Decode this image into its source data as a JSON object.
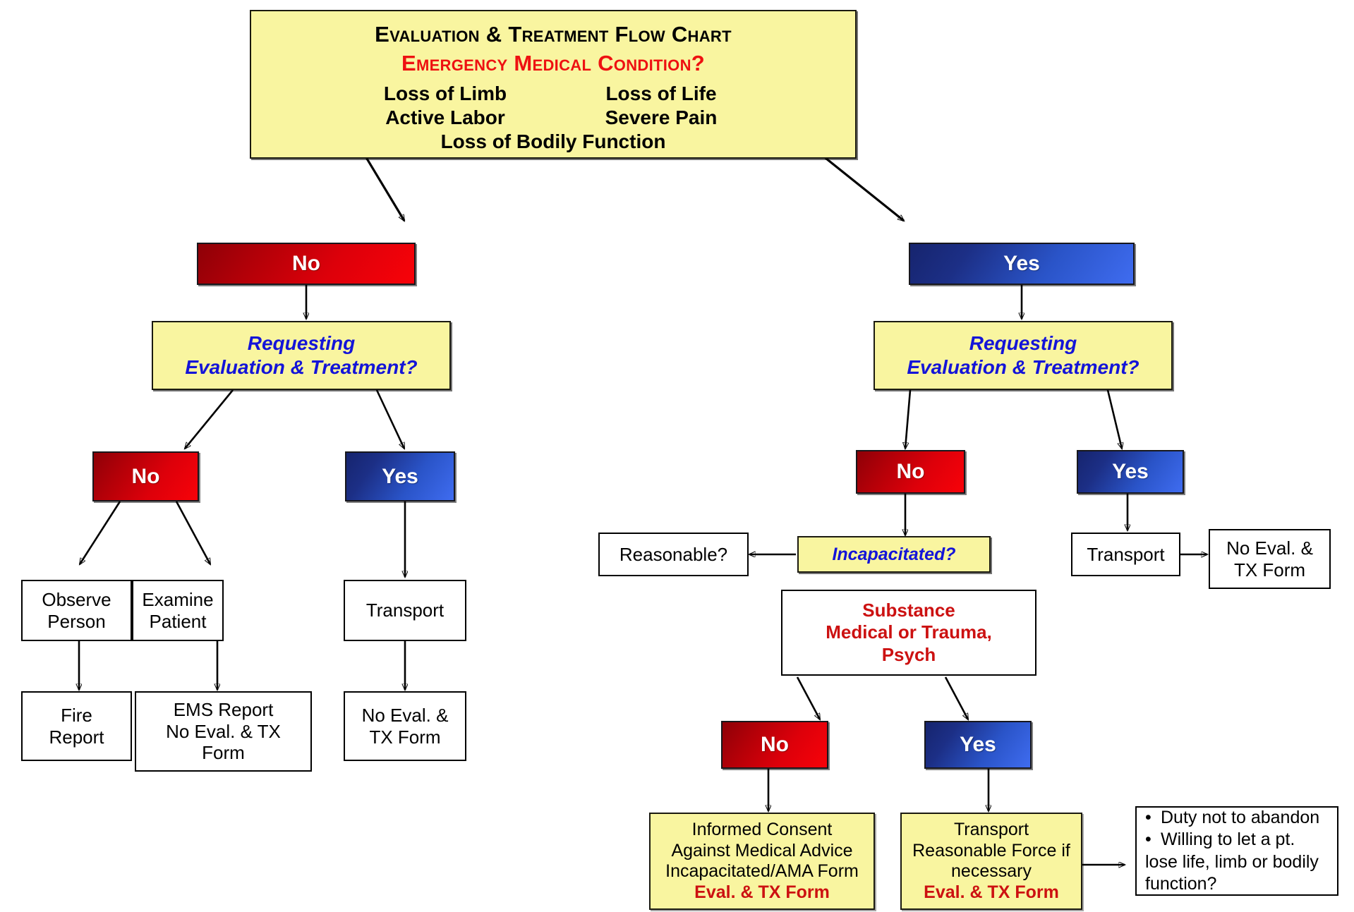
{
  "header": {
    "title": "Evaluation & Treatment Flow Chart",
    "subtitle": "Emergency Medical Condition?",
    "criteria": [
      "Loss of Limb",
      "Loss of Life",
      "Active Labor",
      "Severe Pain"
    ],
    "criteria_last": "Loss of Bodily Function"
  },
  "colors": {
    "yellow_fill": "#f9f5a0",
    "red_gradient_dark": "#8e0007",
    "red_gradient_light": "#f80209",
    "blue_gradient_dark": "#16246e",
    "blue_gradient_light": "#3f6cf0",
    "decision_text": "#1414d8",
    "alert_text": "#cc1111",
    "outline": "#000000"
  },
  "left_branch": {
    "answer_no": "No",
    "decision": {
      "line1": "Requesting",
      "line2": "Evaluation & Treatment?"
    },
    "answer_no_2": "No",
    "answer_yes_2": "Yes",
    "observe": {
      "line1": "Observe",
      "line2": "Person"
    },
    "examine": {
      "line1": "Examine",
      "line2": "Patient"
    },
    "transport": "Transport",
    "fire_report": {
      "line1": "Fire",
      "line2": "Report"
    },
    "ems_report": {
      "line1": "EMS Report",
      "line2": "No Eval. & TX",
      "line3": "Form"
    },
    "no_eval_form": {
      "line1": "No Eval. &",
      "line2": "TX Form"
    }
  },
  "right_branch": {
    "answer_yes": "Yes",
    "decision": {
      "line1": "Requesting",
      "line2": "Evaluation & Treatment?"
    },
    "answer_no_2": "No",
    "answer_yes_2": "Yes",
    "reasonable": "Reasonable?",
    "incapacitated": "Incapacitated?",
    "transport": "Transport",
    "no_eval_form": {
      "line1": "No Eval. &",
      "line2": "TX Form"
    },
    "substance": {
      "line1": "Substance",
      "line2": "Medical or Trauma,",
      "line3": "Psych"
    },
    "answer_no_3": "No",
    "answer_yes_3": "Yes",
    "informed_consent": {
      "line1": "Informed Consent",
      "line2": "Against Medical Advice",
      "line3": "Incapacitated/AMA Form",
      "line4": "Eval. & TX Form"
    },
    "transport_force": {
      "line1": "Transport",
      "line2": "Reasonable Force if",
      "line3": "necessary",
      "line4": "Eval. & TX Form"
    },
    "notes": {
      "bullet1": "Duty not to abandon",
      "bullet2": "Willing to let a pt.",
      "cont1": "lose life, limb or bodily",
      "cont2": "function?"
    }
  }
}
